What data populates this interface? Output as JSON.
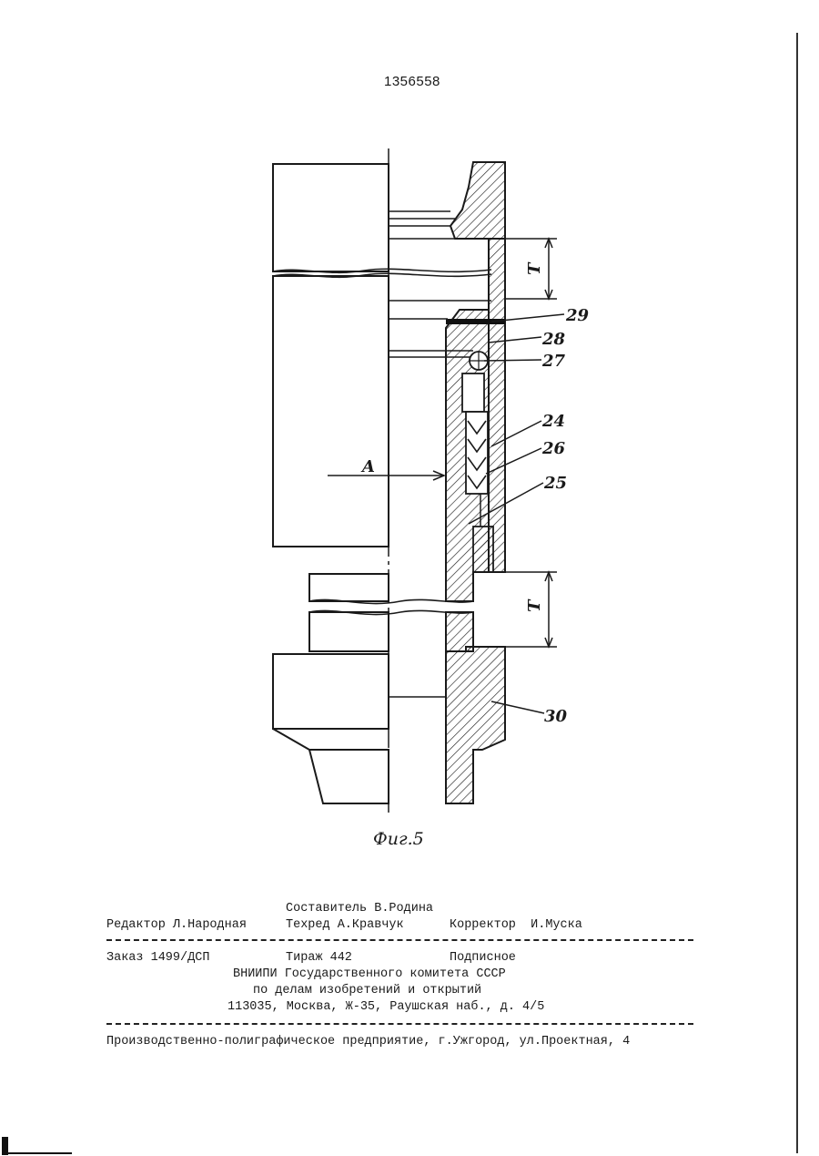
{
  "patent_number": "1356558",
  "figure": {
    "caption": "Фиг.5",
    "labels": {
      "l29": "29",
      "l28": "28",
      "l27": "27",
      "l24": "24",
      "l26": "26",
      "l25": "25",
      "l30": "30",
      "arrow": "A",
      "dim_top": "T",
      "dim_bottom": "T"
    }
  },
  "imprint": {
    "composer": "Составитель В.Родина",
    "editor": "Редактор Л.Народная",
    "techred": "Техред А.Кравчук",
    "corrector": "Корректор  И.Муска",
    "order": "Заказ 1499/ДСП",
    "print_run": "Тираж 442",
    "subscription": "Подписное",
    "institute": "ВНИИПИ Государственного комитета СССР",
    "affairs": "по делам изобретений и открытий",
    "address": "113035, Москва, Ж-35, Раушская наб., д. 4/5",
    "printer": "Производственно-полиграфическое предприятие, г.Ужгород, ул.Проектная, 4"
  }
}
